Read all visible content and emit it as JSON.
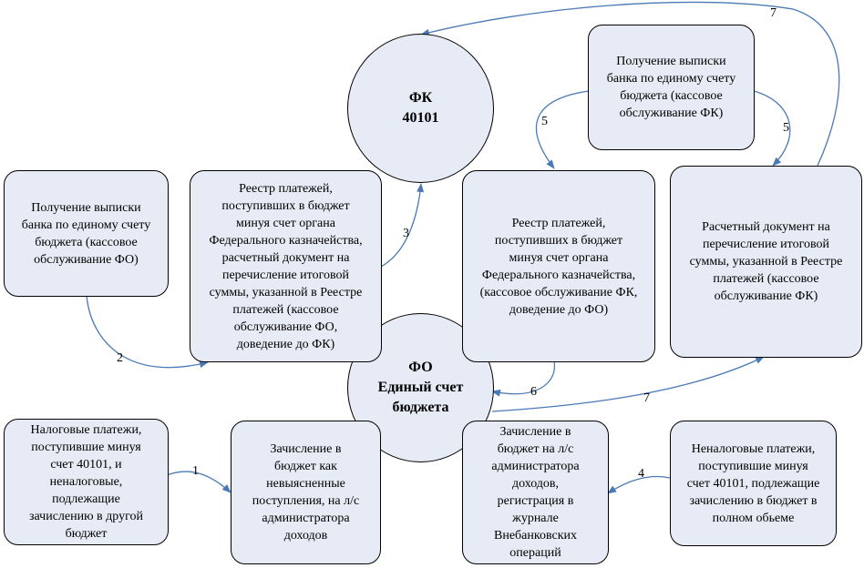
{
  "colors": {
    "node_fill": "#e6ebf5",
    "node_border": "#000000",
    "arrow": "#4a7ab5"
  },
  "nodes": {
    "fk": "ФК\n40101",
    "fo": "ФО\nЕдиный счет\nбюджета",
    "left_statement": "Получение выписки\nбанка по единому счету\nбюджета (кассовое\nобслуживание ФО)",
    "register_fo": "Реестр платежей,\nпоступивших в бюджет\nминуя счет органа\nФедерального казначейства,\nрасчетный документ на\nперечисление итоговой\nсуммы, указанной в Реестре\nплатежей (кассовое\nобслуживание ФО,\nдоведение до ФК)",
    "top_statement": "Получение выписки\nбанка по единому счету\nбюджета (кассовое\nобслуживание ФК)",
    "register_fk": "Реестр платежей,\nпоступивших в бюджет\nминуя счет органа\nФедерального казначейства,\n(кассовое обслуживание ФК,\nдоведение до ФО)",
    "payment_doc_fk": "Расчетный документ на\nперечисление итоговой\nсуммы, указанной в Реестре\nплатежей (кассовое\nобслуживание ФК)",
    "tax_payments": "Налоговые платежи,\nпоступившие минуя\nсчет 40101, и\nненалоговые,\nподлежащие\nзачислению в другой\nбюджет",
    "unclear_receipts": "Зачисление в\nбюджет как\nневыясненные\nпоступления, на л/с\nадминистратора\nдоходов",
    "admin_income": "Зачисление в\nбюджет на л/с\nадминистратора\nдоходов,\nрегистрация в\nжурнале\nВнебанковских\nопераций",
    "nontax_payments": "Неналоговые платежи,\nпоступившие минуя\nсчет 40101, подлежащие\nзачислению в бюджет в\nполном обьеме"
  },
  "edge_labels": {
    "e1": "1",
    "e2": "2",
    "e3": "3",
    "e4": "4",
    "e5a": "5",
    "e5b": "5",
    "e6": "6",
    "e7a": "7",
    "e7b": "7"
  }
}
